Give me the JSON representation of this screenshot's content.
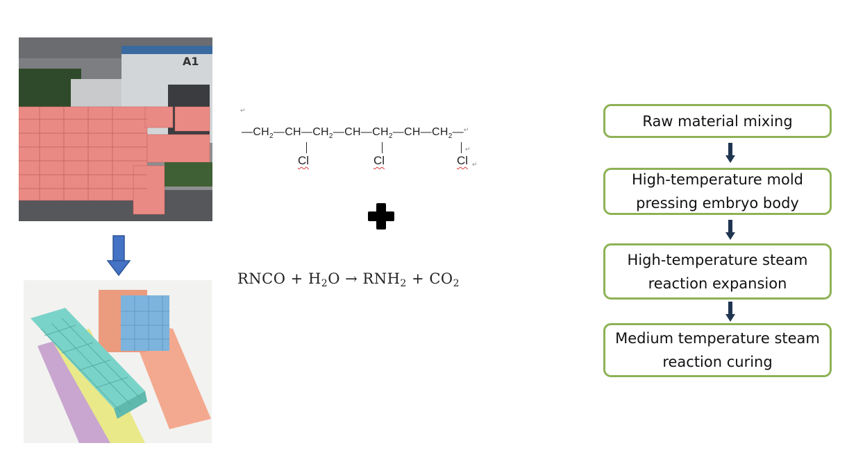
{
  "photos": {
    "factory_building_sign": "A1"
  },
  "pvc_structure": {
    "chain": [
      "—CH",
      "2",
      "—CH—CH",
      "2",
      "—CH—CH",
      "2",
      "—CH—CH",
      "2",
      "—"
    ],
    "chlorine": [
      "Cl",
      "Cl",
      "Cl"
    ],
    "marks": [
      "↵",
      "↵",
      "↵",
      "↵"
    ]
  },
  "reaction": {
    "reactant1": "RNCO",
    "plus1": "+",
    "reactant2": "H",
    "reactant2_sub": "2",
    "reactant2_tail": "O",
    "arrow": "→",
    "product1": "RNH",
    "product1_sub": "2",
    "plus2": "+",
    "product2": "CO",
    "product2_sub": "2"
  },
  "flowchart": {
    "steps": [
      "Raw material mixing",
      "High-temperature mold pressing embryo body",
      "High-temperature steam reaction expansion",
      "Medium temperature steam reaction curing"
    ]
  },
  "colors": {
    "box_border": "#8db255",
    "flow_arrow": "#1f3550",
    "blue_arrow": "#4472c4"
  }
}
